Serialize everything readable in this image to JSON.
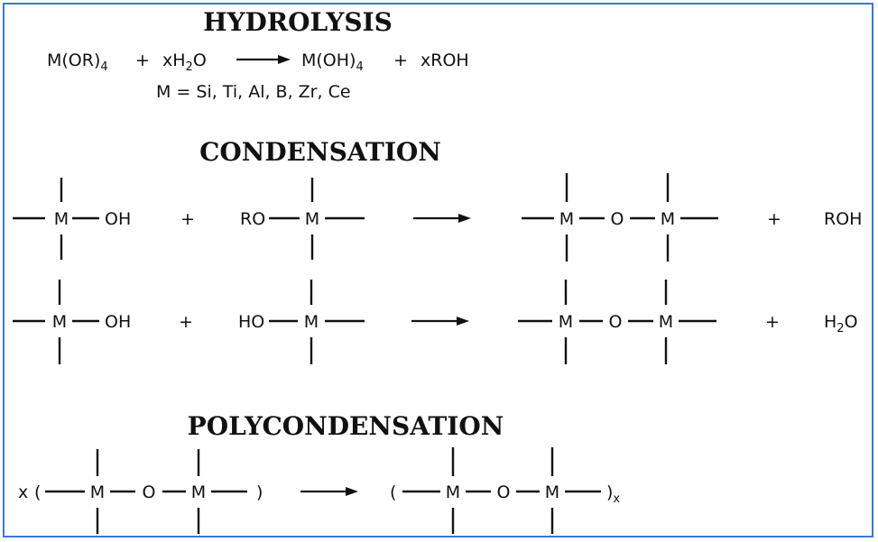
{
  "hydrolysis": {
    "title": "HYDROLYSIS",
    "reactant1": "M(OR)",
    "reactant1_sub": "4",
    "plus1": "+",
    "reactant2_pre": "xH",
    "reactant2_sub": "2",
    "reactant2_post": "O",
    "product1": "M(OH)",
    "product1_sub": "4",
    "plus2": "+",
    "product2": "xROH",
    "metals": "M = Si, Ti, Al, B, Zr, Ce"
  },
  "condensation": {
    "title": "CONDENSATION",
    "row1": {
      "m1": "M",
      "oh": "OH",
      "plus1": "+",
      "ro": "RO",
      "m2": "M",
      "p_m1": "M",
      "p_o": "O",
      "p_m2": "M",
      "plus2": "+",
      "byproduct": "ROH"
    },
    "row2": {
      "m1": "M",
      "oh": "OH",
      "plus1": "+",
      "ho": "HO",
      "m2": "M",
      "p_m1": "M",
      "p_o": "O",
      "p_m2": "M",
      "plus2": "+",
      "byproduct_pre": "H",
      "byproduct_sub": "2",
      "byproduct_post": "O"
    }
  },
  "polycondensation": {
    "title": "POLYCONDENSATION",
    "coef": "x",
    "lparen1": "(",
    "m1": "M",
    "o1": "O",
    "m2": "M",
    "rparen1": ")",
    "lparen2": "(",
    "m3": "M",
    "o2": "O",
    "m4": "M",
    "rparen2": ")",
    "sub_x": "x"
  }
}
